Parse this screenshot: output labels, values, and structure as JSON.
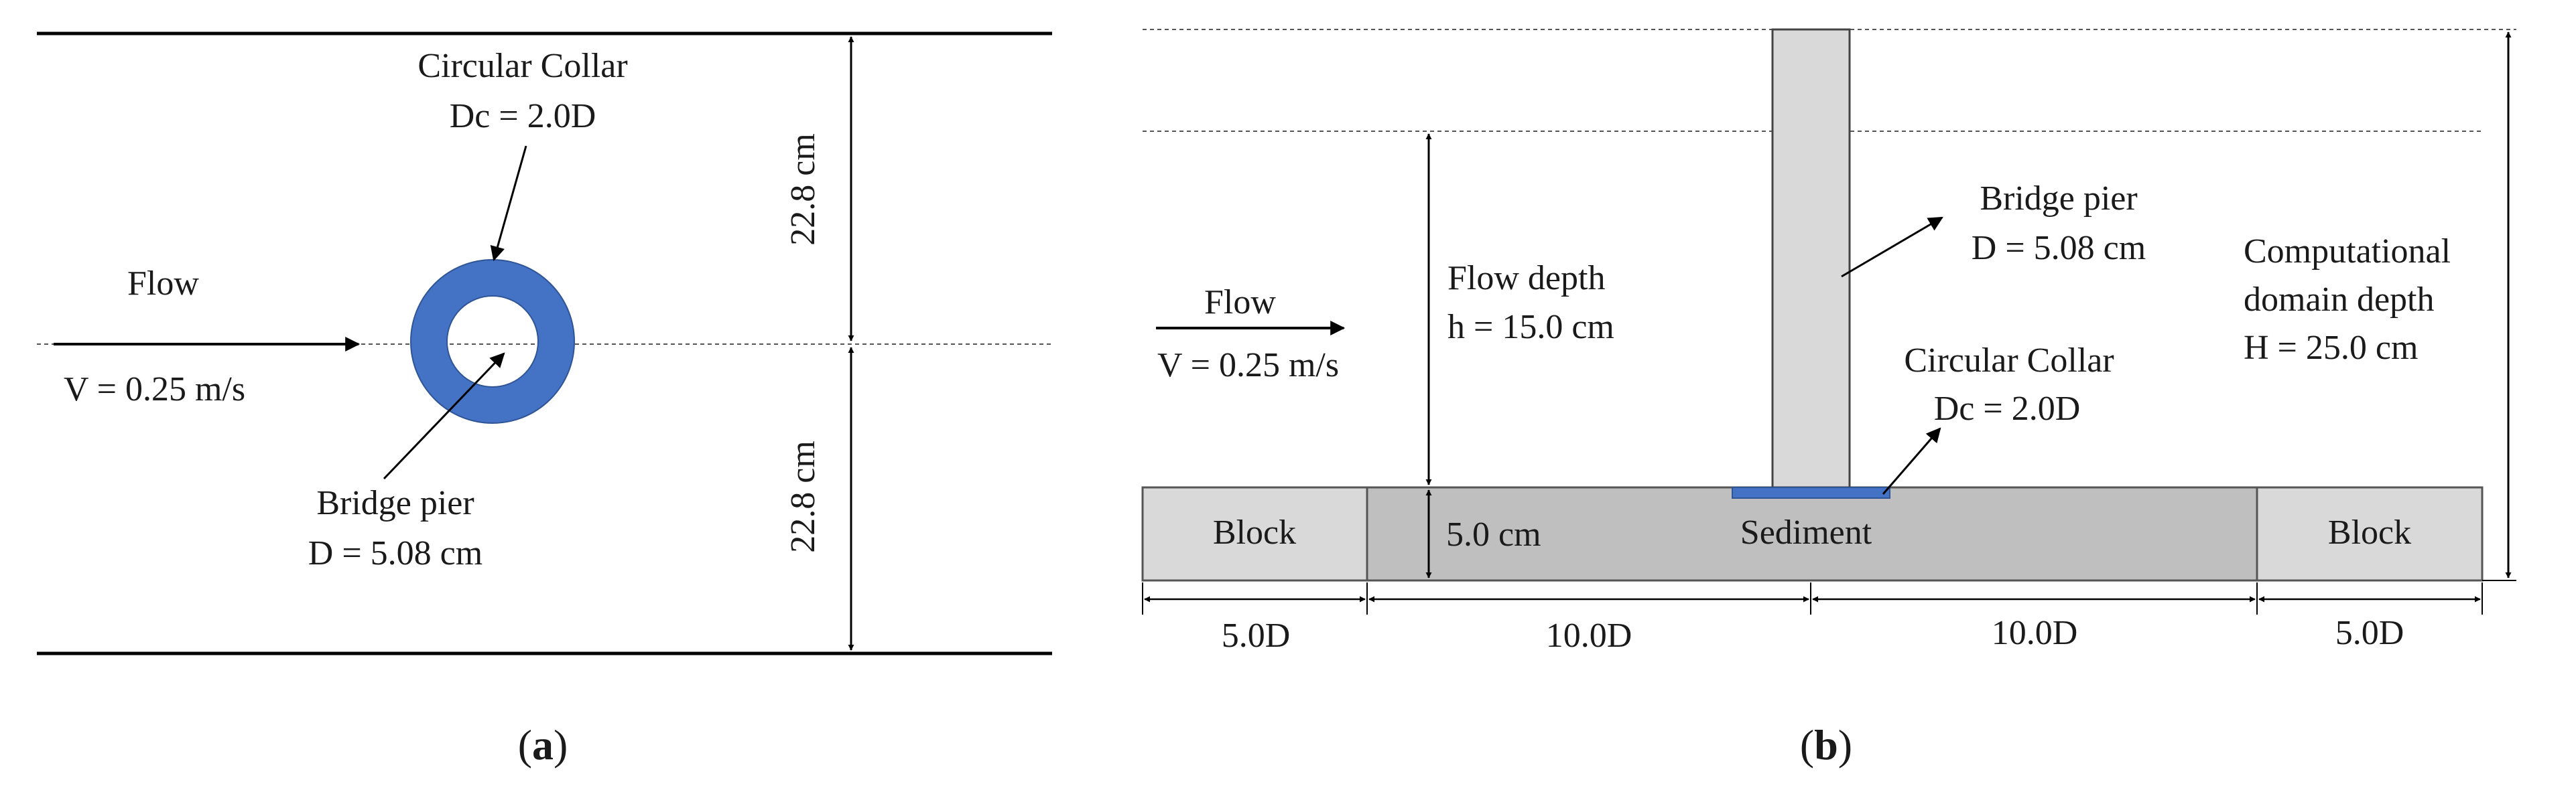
{
  "panel_a": {
    "collar_label": "Circular Collar",
    "collar_size": "Dc = 2.0D",
    "flow_label": "Flow",
    "velocity": "V = 0.25 m/s",
    "pier_label": "Bridge pier",
    "pier_size": "D = 5.08 cm",
    "half_width_top": "22.8 cm",
    "half_width_bottom": "22.8 cm",
    "caption_open": "(",
    "caption_letter": "a",
    "caption_close": ")"
  },
  "panel_b": {
    "flow_label": "Flow",
    "velocity": "V = 0.25 m/s",
    "flow_depth_label": "Flow depth",
    "flow_depth_value": "h = 15.0 cm",
    "pier_label": "Bridge pier",
    "pier_size": "D = 5.08 cm",
    "domain_line1": "Computational",
    "domain_line2": "domain depth",
    "domain_value": "H = 25.0 cm",
    "collar_label": "Circular Collar",
    "collar_size": "Dc = 2.0D",
    "block_left": "Block",
    "block_right": "Block",
    "sediment_label": "Sediment",
    "sediment_depth": "5.0 cm",
    "dim_1": "5.0D",
    "dim_2": "10.0D",
    "dim_3": "10.0D",
    "dim_4": "5.0D",
    "caption_open": "(",
    "caption_letter": "b",
    "caption_close": ")"
  },
  "colors": {
    "collar": "#4472c4",
    "pier_fill": "#d9d9d9",
    "block_fill": "#d9d9d9",
    "sediment_fill": "#bfbfbf",
    "line": "#000000"
  }
}
